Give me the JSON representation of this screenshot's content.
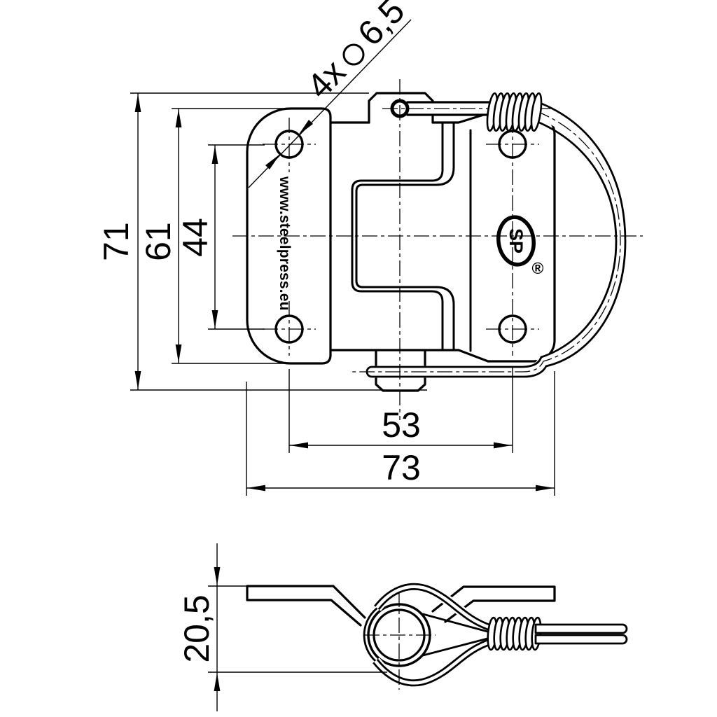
{
  "title": "Spring hinge technical drawing",
  "colors": {
    "line": "#000000",
    "background": "#ffffff"
  },
  "branding": {
    "url": "www.steelpress.eu",
    "logo": "SP",
    "registered": "®"
  },
  "dims": {
    "overall_height": "71",
    "plate_height": "61",
    "hole_pitch_vertical": "44",
    "hole_pitch_horizontal": "53",
    "overall_width": "73",
    "profile_height": "20,5",
    "hole_note": "4x ⌀6,5",
    "hole_note_prefix": "4x",
    "hole_note_value": "6,5"
  }
}
